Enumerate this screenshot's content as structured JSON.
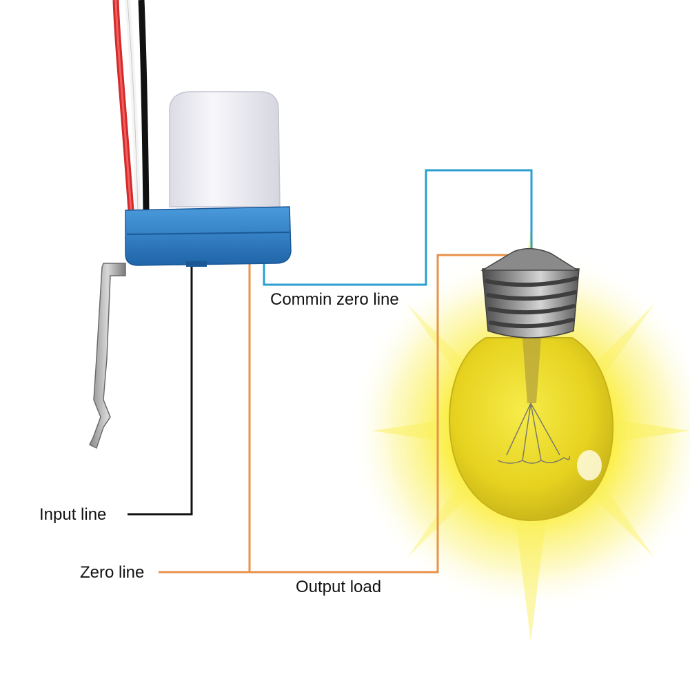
{
  "labels": {
    "input_line": "Input line",
    "zero_line": "Zero line",
    "commin_zero_line": "Commin zero line",
    "output_load": "Output load"
  },
  "colors": {
    "input_wire": "#111111",
    "zero_wire": "#e8924a",
    "common_zero_wire": "#2a9fd0",
    "sensor_base": "#2f7fc4",
    "sensor_dome": "#f1f1f7",
    "bulb_glow": "#f7ea2b",
    "bulb_glass": "#f2e23a",
    "bulb_cap": "#6b6b6b"
  },
  "icons": {
    "sensor": "photocell-light-sensor-icon",
    "bulb": "light-bulb-icon"
  }
}
